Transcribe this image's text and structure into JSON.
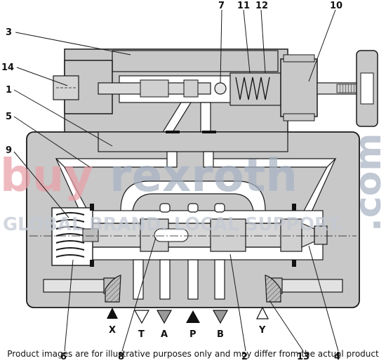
{
  "callouts": {
    "n1": "1",
    "n2": "2",
    "n3": "3",
    "n4": "4",
    "n5": "5",
    "n6": "6",
    "n7": "7",
    "n8": "8",
    "n9": "9",
    "n10": "10",
    "n11": "11",
    "n12": "12",
    "n13": "13",
    "n14": "14"
  },
  "ports": {
    "x": "X",
    "t": "T",
    "a": "A",
    "p": "P",
    "b": "B",
    "y": "Y"
  },
  "watermark": {
    "buy": "buy",
    "brand": "rexroth",
    "domain": ".com",
    "tagline": "GLOBAL BRAND. LOCAL SUPPORT.",
    "colors": {
      "buy": "#e8a0a8",
      "brand": "#a9b3c4",
      "tagline": "#c3c9d4"
    }
  },
  "disclaimer": "Product images are for illustrative purposes only and may differ from the actual product",
  "colors": {
    "body": "#c8c8c8",
    "cavity": "#ffffff",
    "line": "#1a1a1a",
    "port_fill": "#999999",
    "hatch": "#555555"
  }
}
